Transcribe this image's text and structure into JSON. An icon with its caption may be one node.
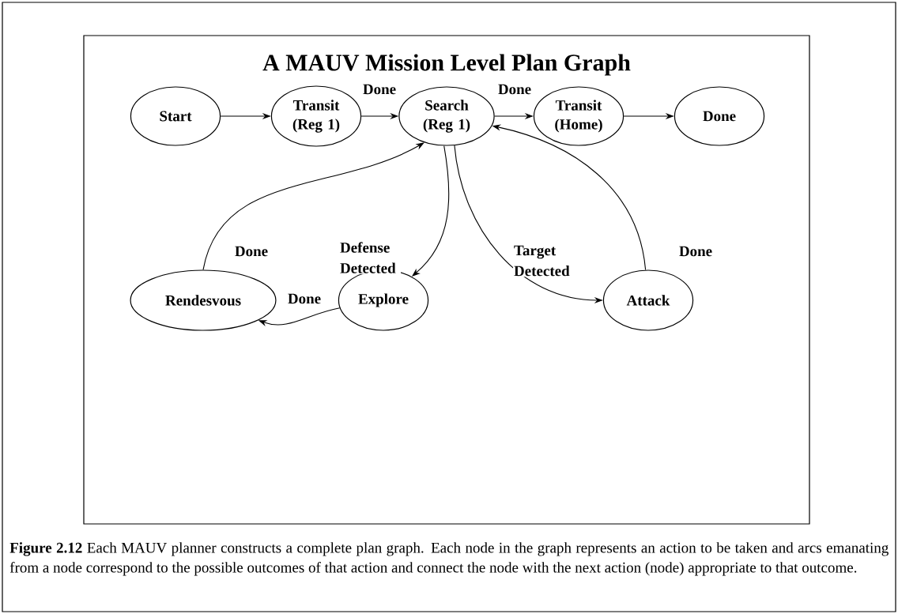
{
  "diagram": {
    "title": "A MAUV Mission Level Plan Graph",
    "caption": "**Figure 2.12** Each MAUV planner constructs a complete plan graph. Each node in the graph represents an action to be taken and arcs emanating from a node correspond to the possible outcomes of that action and connect the node with the next action (node) appropriate to that outcome.",
    "nodes": [
      {
        "text": [
          "Start"
        ]
      },
      {
        "text": [
          "Transit (Reg 1)"
        ]
      },
      {
        "text": [
          "Search (Reg 1)"
        ]
      },
      {
        "text": [
          "Transit (Home)"
        ]
      },
      {
        "text": [
          "Done"
        ]
      },
      {
        "text": [
          "Rendesvous"
        ]
      },
      {
        "text": [
          "Explore"
        ]
      },
      {
        "text": [
          "Attack"
        ]
      }
    ],
    "edges": [
      {
        "from": 0,
        "to": 1,
        "arrow": "to"
      },
      {
        "from": 1,
        "to": 2,
        "arrow": "to",
        "label": "Done"
      },
      {
        "from": 2,
        "to": 3,
        "arrow": "to",
        "label": "Done"
      },
      {
        "from": 3,
        "to": 4,
        "arrow": "to"
      },
      {
        "from": 2,
        "to": 6,
        "arrow": "to",
        "label": "Defense Detected"
      },
      {
        "from": 2,
        "to": 7,
        "arrow": "to",
        "label": "Target Detected"
      },
      {
        "from": 6,
        "to": 5,
        "arrow": "to",
        "label": "Done"
      },
      {
        "from": 5,
        "to": 2,
        "arrow": "to",
        "label": "Done"
      },
      {
        "from": 7,
        "to": 2,
        "arrow": "to",
        "label": "Done"
      }
    ]
  }
}
